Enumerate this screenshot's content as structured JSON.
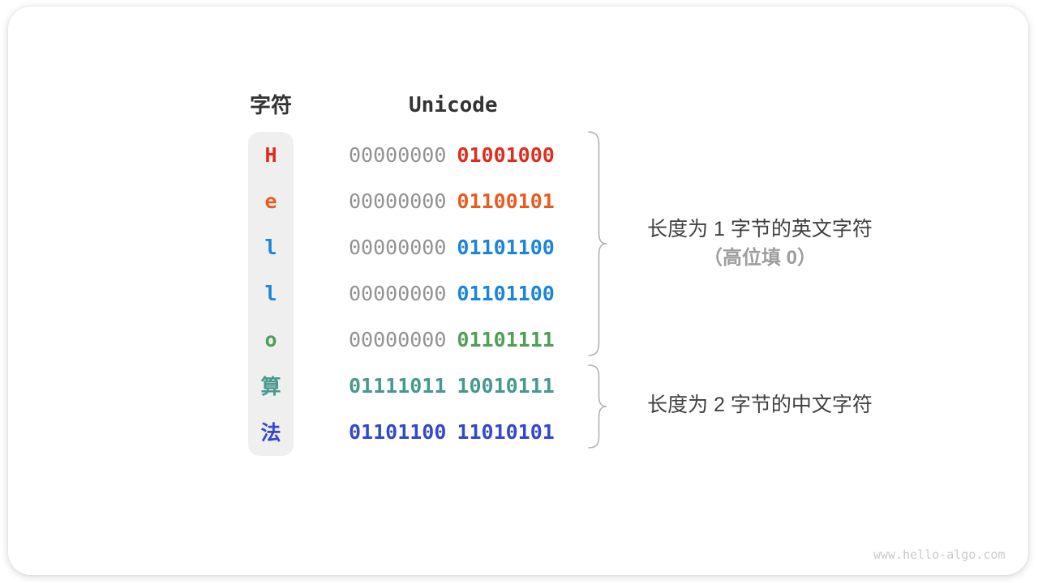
{
  "colors": {
    "padding_byte": "#929292",
    "header_text": "#333333",
    "annotation_text": "#404040",
    "annotation_muted": "#9e9e9e",
    "brace": "#b3b3b3",
    "char_column_bg": "#efeff0",
    "watermark": "#cbcbcb"
  },
  "header": {
    "char_label": "字符",
    "unicode_label": "Unicode"
  },
  "rows": [
    {
      "char": "H",
      "color": "#de2d1c",
      "high_byte": "00000000",
      "low_byte": "01001000",
      "high_is_padding": true
    },
    {
      "char": "e",
      "color": "#ea5b21",
      "high_byte": "00000000",
      "low_byte": "01100101",
      "high_is_padding": true
    },
    {
      "char": "l",
      "color": "#1b86d8",
      "high_byte": "00000000",
      "low_byte": "01101100",
      "high_is_padding": true
    },
    {
      "char": "l",
      "color": "#1b86d8",
      "high_byte": "00000000",
      "low_byte": "01101100",
      "high_is_padding": true
    },
    {
      "char": "o",
      "color": "#519e56",
      "high_byte": "00000000",
      "low_byte": "01101111",
      "high_is_padding": true
    },
    {
      "char": "算",
      "color": "#46998c",
      "high_byte": "01111011",
      "low_byte": "10010111",
      "high_is_padding": false
    },
    {
      "char": "法",
      "color": "#3447d2",
      "high_byte": "01101100",
      "low_byte": "11010101",
      "high_is_padding": false
    }
  ],
  "annotations": {
    "english_group_line1": "长度为 1 字节的英文字符",
    "english_group_line2": "（高位填 0）",
    "chinese_group": "长度为 2 字节的中文字符"
  },
  "watermark": "www.hello-algo.com",
  "layout_meta": {
    "row_count": 7
  }
}
